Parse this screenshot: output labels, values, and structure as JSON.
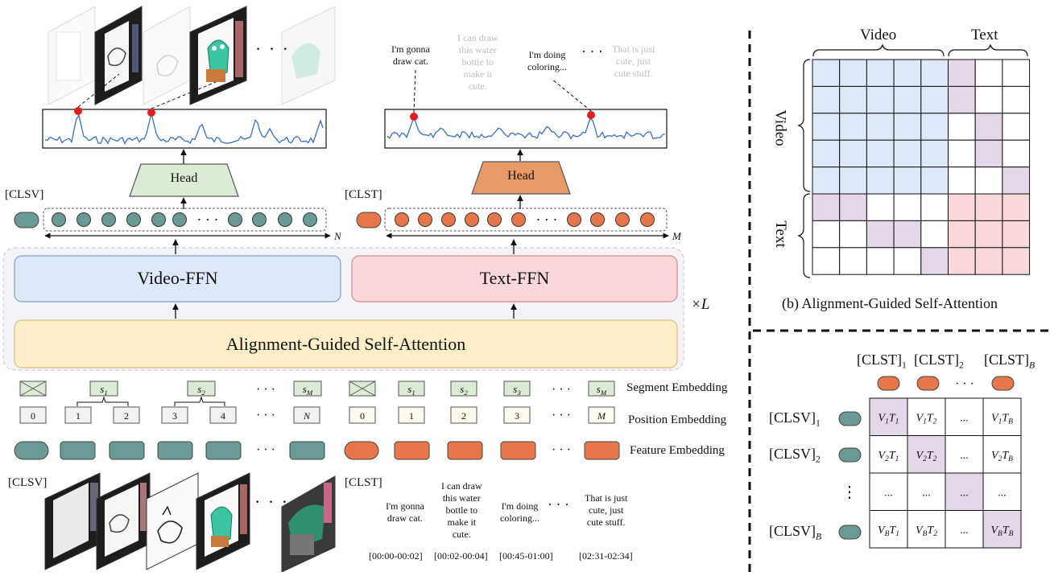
{
  "panel_a": {
    "clsv_top": "[CLSV]",
    "clst_top": "[CLST]",
    "clsv_bottom": "[CLSV]",
    "clst_bottom": "[CLST]",
    "head_video": "Head",
    "head_text": "Head",
    "video_ffn": "Video-FFN",
    "text_ffn": "Text-FFN",
    "alignment_attention": "Alignment-Guided Self-Attention",
    "times_l": "×L",
    "n_label": "N",
    "m_label": "M",
    "dots": "· · ·",
    "top_quotes": [
      {
        "text": "I'm gonna\ndraw cat.",
        "highlighted": true
      },
      {
        "text": "I can draw\nthis water\nbottle to\nmake it\ncute.",
        "highlighted": false
      },
      {
        "text": "I'm doing\ncoloring...",
        "highlighted": true
      },
      {
        "text": "That is just\ncute, just\ncute stuff.",
        "highlighted": false
      }
    ],
    "embeddings": {
      "segment": "Segment Embedding",
      "position": "Position Embedding",
      "feature": "Feature Embedding",
      "video_segments": [
        "s1",
        "s2",
        "sM"
      ],
      "video_positions": [
        "0",
        "1",
        "2",
        "3",
        "4",
        "N"
      ],
      "text_segments": [
        "s1",
        "s2",
        "s3",
        "sM"
      ],
      "text_positions": [
        "0",
        "1",
        "2",
        "3",
        "M"
      ]
    },
    "bottom_quotes": [
      "I'm gonna\ndraw cat.",
      "I can draw\nthis water\nbottle to\nmake it\ncute.",
      "I'm doing\ncoloring...",
      "That is just\ncute, just\ncute stuff."
    ],
    "timestamps": [
      "[00:00-00:02]",
      "[00:02-00:04]",
      "[00:45-01:00]",
      "[02:31-02:34]"
    ]
  },
  "panel_b": {
    "caption": "(b) Alignment-Guided Self-Attention",
    "col_video": "Video",
    "col_text": "Text",
    "row_video": "Video",
    "row_text": "Text",
    "grid": [
      "bbbbbp..",
      "bbbbbp..",
      "bbbbb.p.",
      "bbbbb.p.",
      "bbbbb..p",
      "pp...rrr",
      "..pp.rrr",
      "....prrr"
    ]
  },
  "panel_c": {
    "clst_labels": [
      "[CLST]1",
      "[CLST]2",
      "[CLST]B"
    ],
    "clsv_labels": [
      "[CLSV]1",
      "[CLSV]2",
      "[CLSV]B"
    ],
    "cells": [
      [
        "V1T1",
        "V1T2",
        "...",
        "V1TB"
      ],
      [
        "V2T1",
        "V2T2",
        "...",
        "V2TB"
      ],
      [
        "...",
        "...",
        "...",
        "..."
      ],
      [
        "VBT1",
        "VBT2",
        "...",
        "VBTB"
      ]
    ],
    "diagonal_highlight": true
  },
  "colors": {
    "teal": "#6a9a98",
    "orange": "#e6774a",
    "video_blue": "#dde8f8",
    "text_pink": "#f8d8d8",
    "attn_yellow": "#fcefc8",
    "head_green": "#dcebd6",
    "head_orange": "#e89a66",
    "purple": "#e4d7ea",
    "curve": "#3a6fbf",
    "peak_red": "#e02020"
  }
}
